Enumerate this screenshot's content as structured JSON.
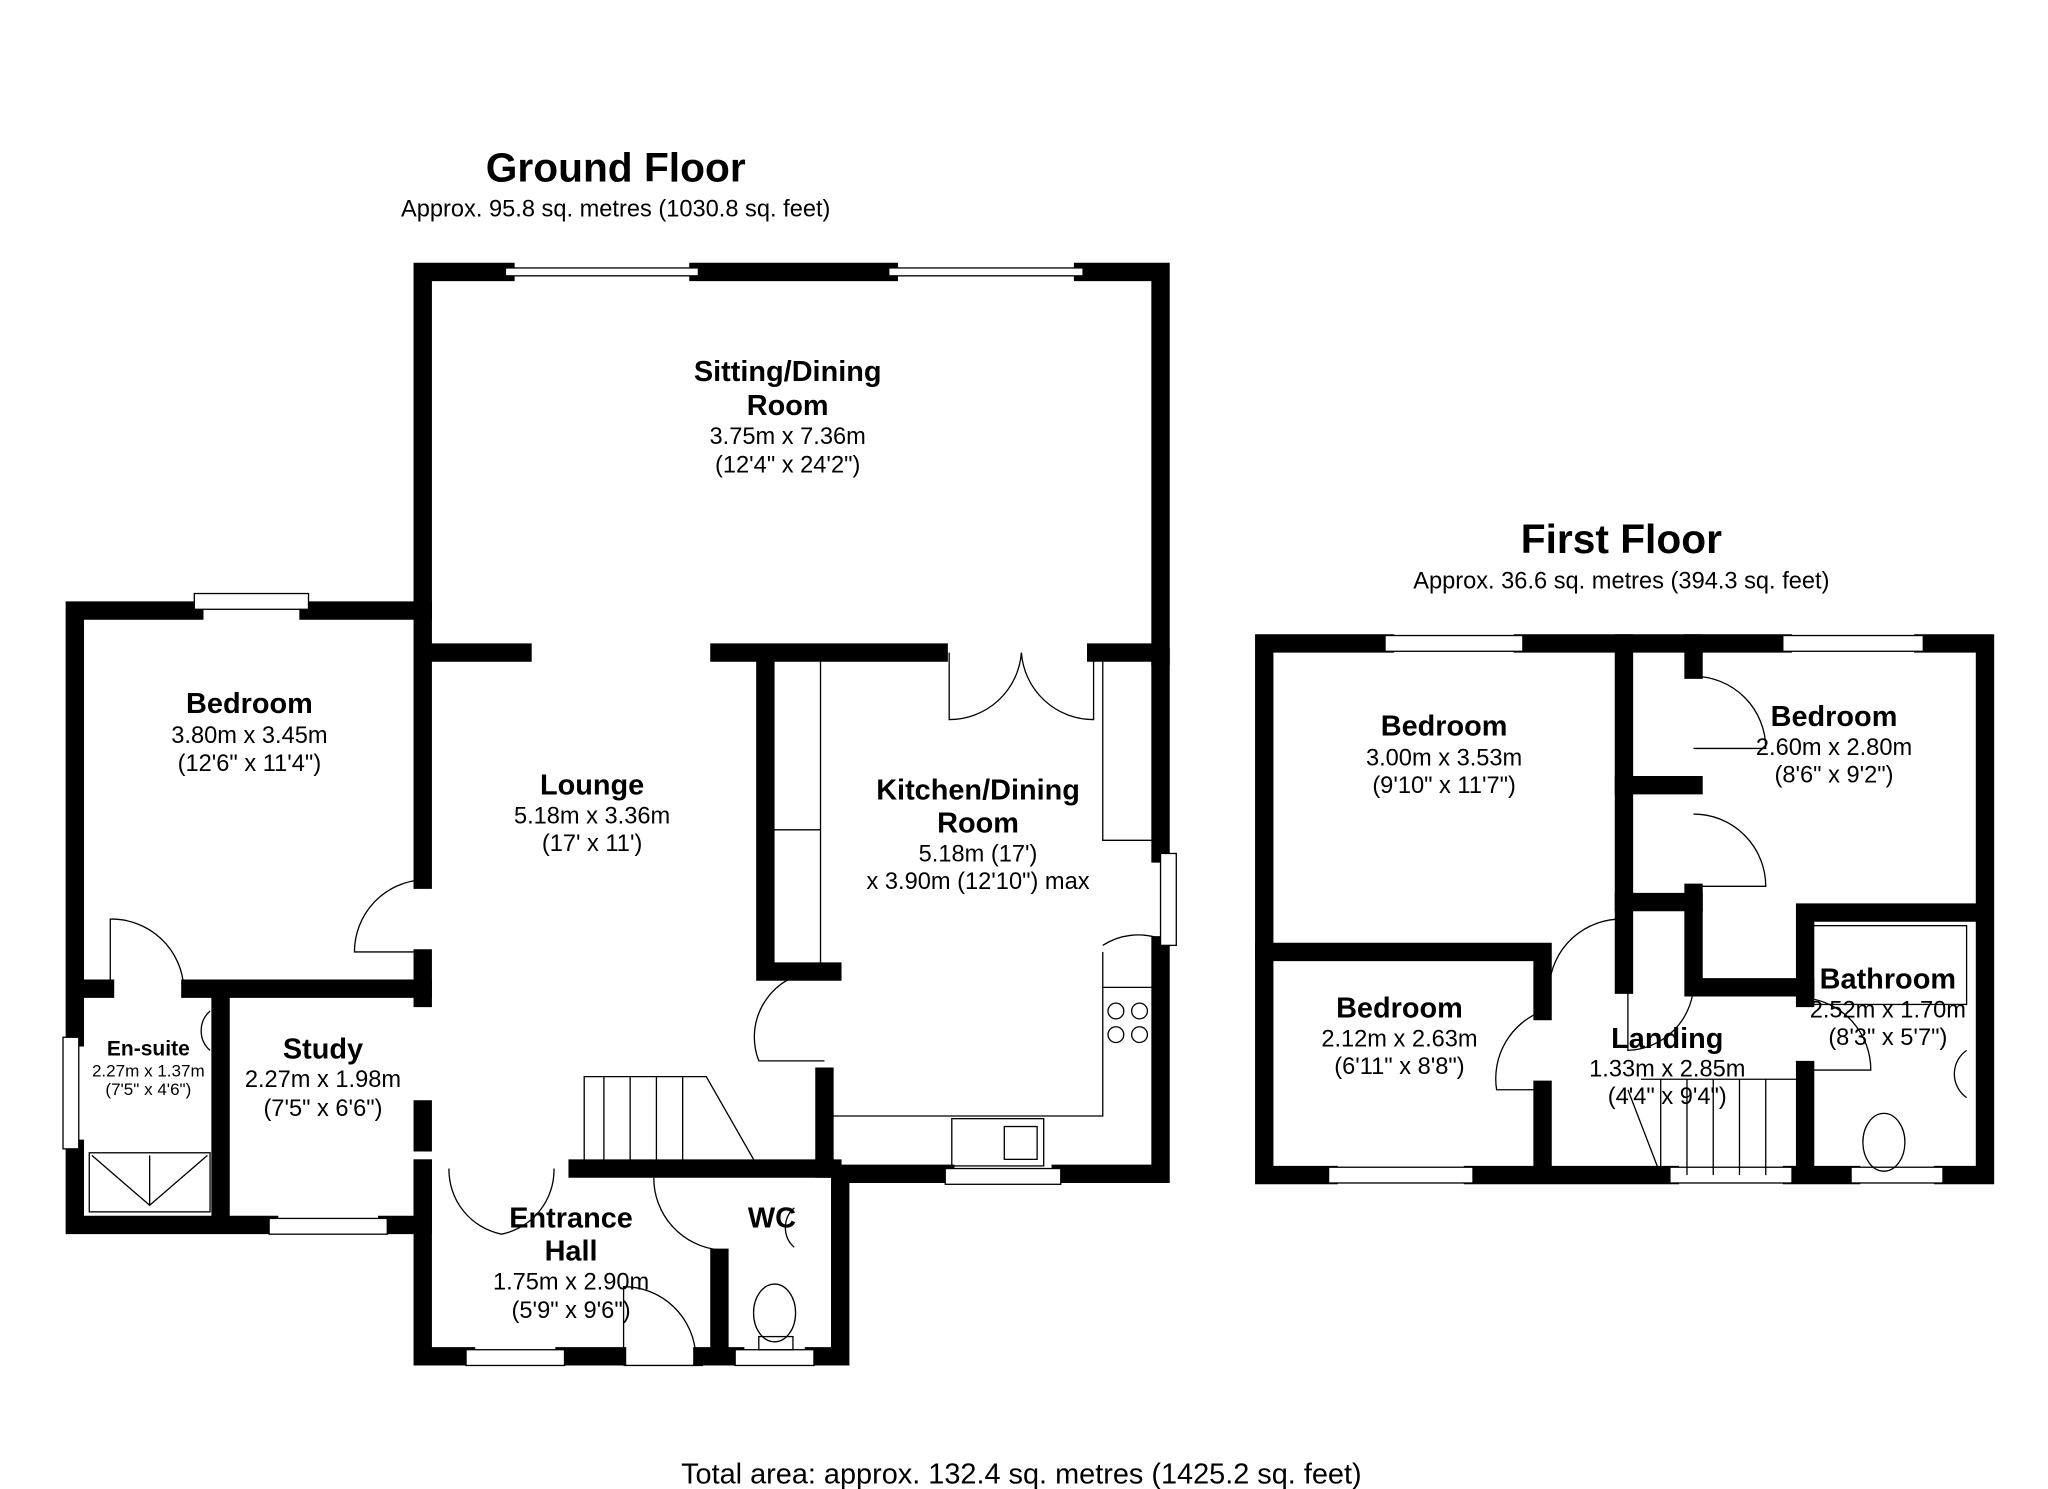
{
  "ground_floor": {
    "title": "Ground Floor",
    "area": "Approx. 95.8 sq. metres (1030.8 sq. feet)",
    "rooms": {
      "sitting": {
        "name1": "Sitting/Dining",
        "name2": "Room",
        "metric": "3.75m x 7.36m",
        "imperial": "(12'4\" x 24'2\")"
      },
      "bedroom": {
        "name": "Bedroom",
        "metric": "3.80m x 3.45m",
        "imperial": "(12'6\" x 11'4\")"
      },
      "lounge": {
        "name": "Lounge",
        "metric": "5.18m x 3.36m",
        "imperial": "(17' x 11')"
      },
      "kitchen": {
        "name1": "Kitchen/Dining",
        "name2": "Room",
        "metric": "5.18m (17')",
        "imperial": "x 3.90m (12'10\") max"
      },
      "ensuite": {
        "name": "En-suite",
        "metric": "2.27m x 1.37m",
        "imperial": "(7'5\" x 4'6\")"
      },
      "study": {
        "name": "Study",
        "metric": "2.27m x 1.98m",
        "imperial": "(7'5\" x 6'6\")"
      },
      "hall": {
        "name1": "Entrance",
        "name2": "Hall",
        "metric": "1.75m x 2.90m",
        "imperial": "(5'9\" x 9'6\")"
      },
      "wc": {
        "name": "WC"
      }
    }
  },
  "first_floor": {
    "title": "First Floor",
    "area": "Approx. 36.6 sq. metres (394.3 sq. feet)",
    "rooms": {
      "bedroom1": {
        "name": "Bedroom",
        "metric": "3.00m x 3.53m",
        "imperial": "(9'10\" x 11'7\")"
      },
      "bedroom2": {
        "name": "Bedroom",
        "metric": "2.60m x 2.80m",
        "imperial": "(8'6\" x 9'2\")"
      },
      "bedroom3": {
        "name": "Bedroom",
        "metric": "2.12m x 2.63m",
        "imperial": "(6'11\" x 8'8\")"
      },
      "landing": {
        "name": "Landing",
        "metric": "1.33m x 2.85m",
        "imperial": "(4'4\" x 9'4\")"
      },
      "bathroom": {
        "name": "Bathroom",
        "metric": "2.52m x 1.70m",
        "imperial": "(8'3\" x 5'7\")"
      }
    }
  },
  "total_area": "Total area: approx. 132.4 sq. metres (1425.2 sq. feet)"
}
